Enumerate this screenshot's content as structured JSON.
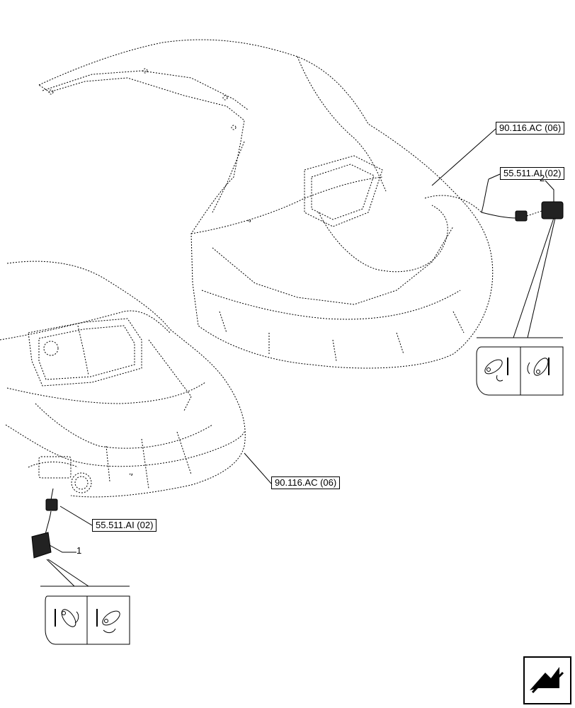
{
  "references": [
    {
      "id": "ref_cab_right",
      "text": "90.116.AC (06)"
    },
    {
      "id": "ref_wire_right",
      "text": "55.511.AI (02)"
    },
    {
      "id": "ref_cab_left",
      "text": "90.116.AC (06)"
    },
    {
      "id": "ref_wire_left",
      "text": "55.511.AI (02)"
    }
  ],
  "callouts": [
    {
      "id": "item_1",
      "text": "1"
    },
    {
      "id": "item_2",
      "text": "2"
    }
  ],
  "icons": {
    "switch_symbol_right_a": "rotary-switch-ccw-icon",
    "switch_symbol_right_b": "rotary-switch-cw-icon",
    "switch_symbol_left_a": "rotary-switch-ccw-icon",
    "switch_symbol_left_b": "rotary-switch-cw-icon",
    "navigation": "next-page-arrow-icon"
  }
}
